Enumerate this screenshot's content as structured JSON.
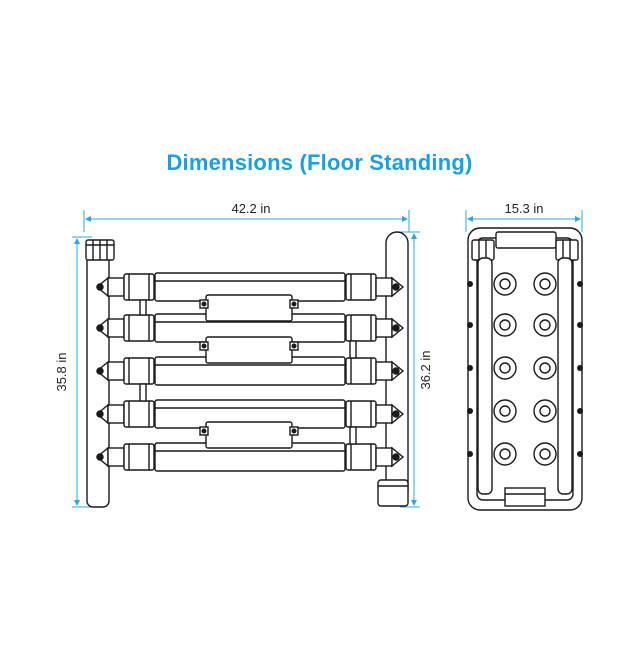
{
  "title": "Dimensions (Floor Standing)",
  "colors": {
    "title": "#1a9fe0",
    "dimension_line": "#29a8e0",
    "outline": "#1a1a1a"
  },
  "front_view": {
    "width_label": "42.2 in",
    "left_height_label": "35.8 in",
    "right_height_label": "36.2 in"
  },
  "side_view": {
    "width_label": "15.3 in"
  }
}
